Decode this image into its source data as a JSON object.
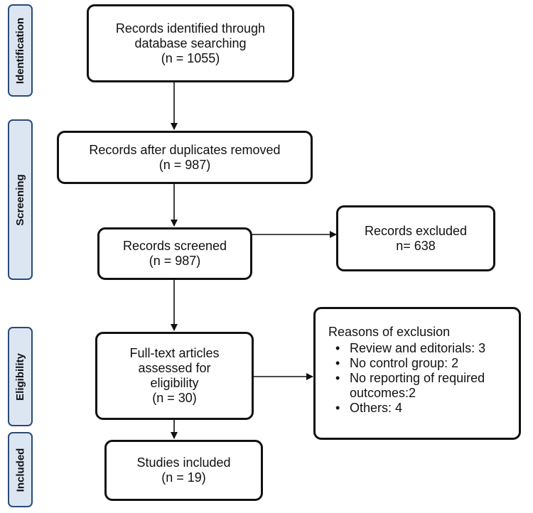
{
  "phases": {
    "identification": "Identification",
    "screening": "Screening",
    "eligibility": "Eligibility",
    "included": "Included"
  },
  "boxes": {
    "identified": [
      "Records identified through",
      "database searching",
      "(n = 1055)"
    ],
    "duplicates_removed": [
      "Records after duplicates removed",
      "(n = 987)"
    ],
    "screened": [
      "Records screened",
      "(n = 987)"
    ],
    "excluded": [
      "Records excluded",
      "n= 638"
    ],
    "full_text": [
      "Full-text articles",
      "assessed for",
      "eligibility",
      "(n = 30)"
    ],
    "included": [
      "Studies included",
      "(n = 19)"
    ]
  },
  "exclusion_reasons": {
    "heading": "Reasons of exclusion",
    "items": [
      [
        "Review and editorials: 3"
      ],
      [
        "No control group: 2"
      ],
      [
        "No reporting of required",
        "outcomes:2"
      ],
      [
        "Others: 4"
      ]
    ]
  }
}
